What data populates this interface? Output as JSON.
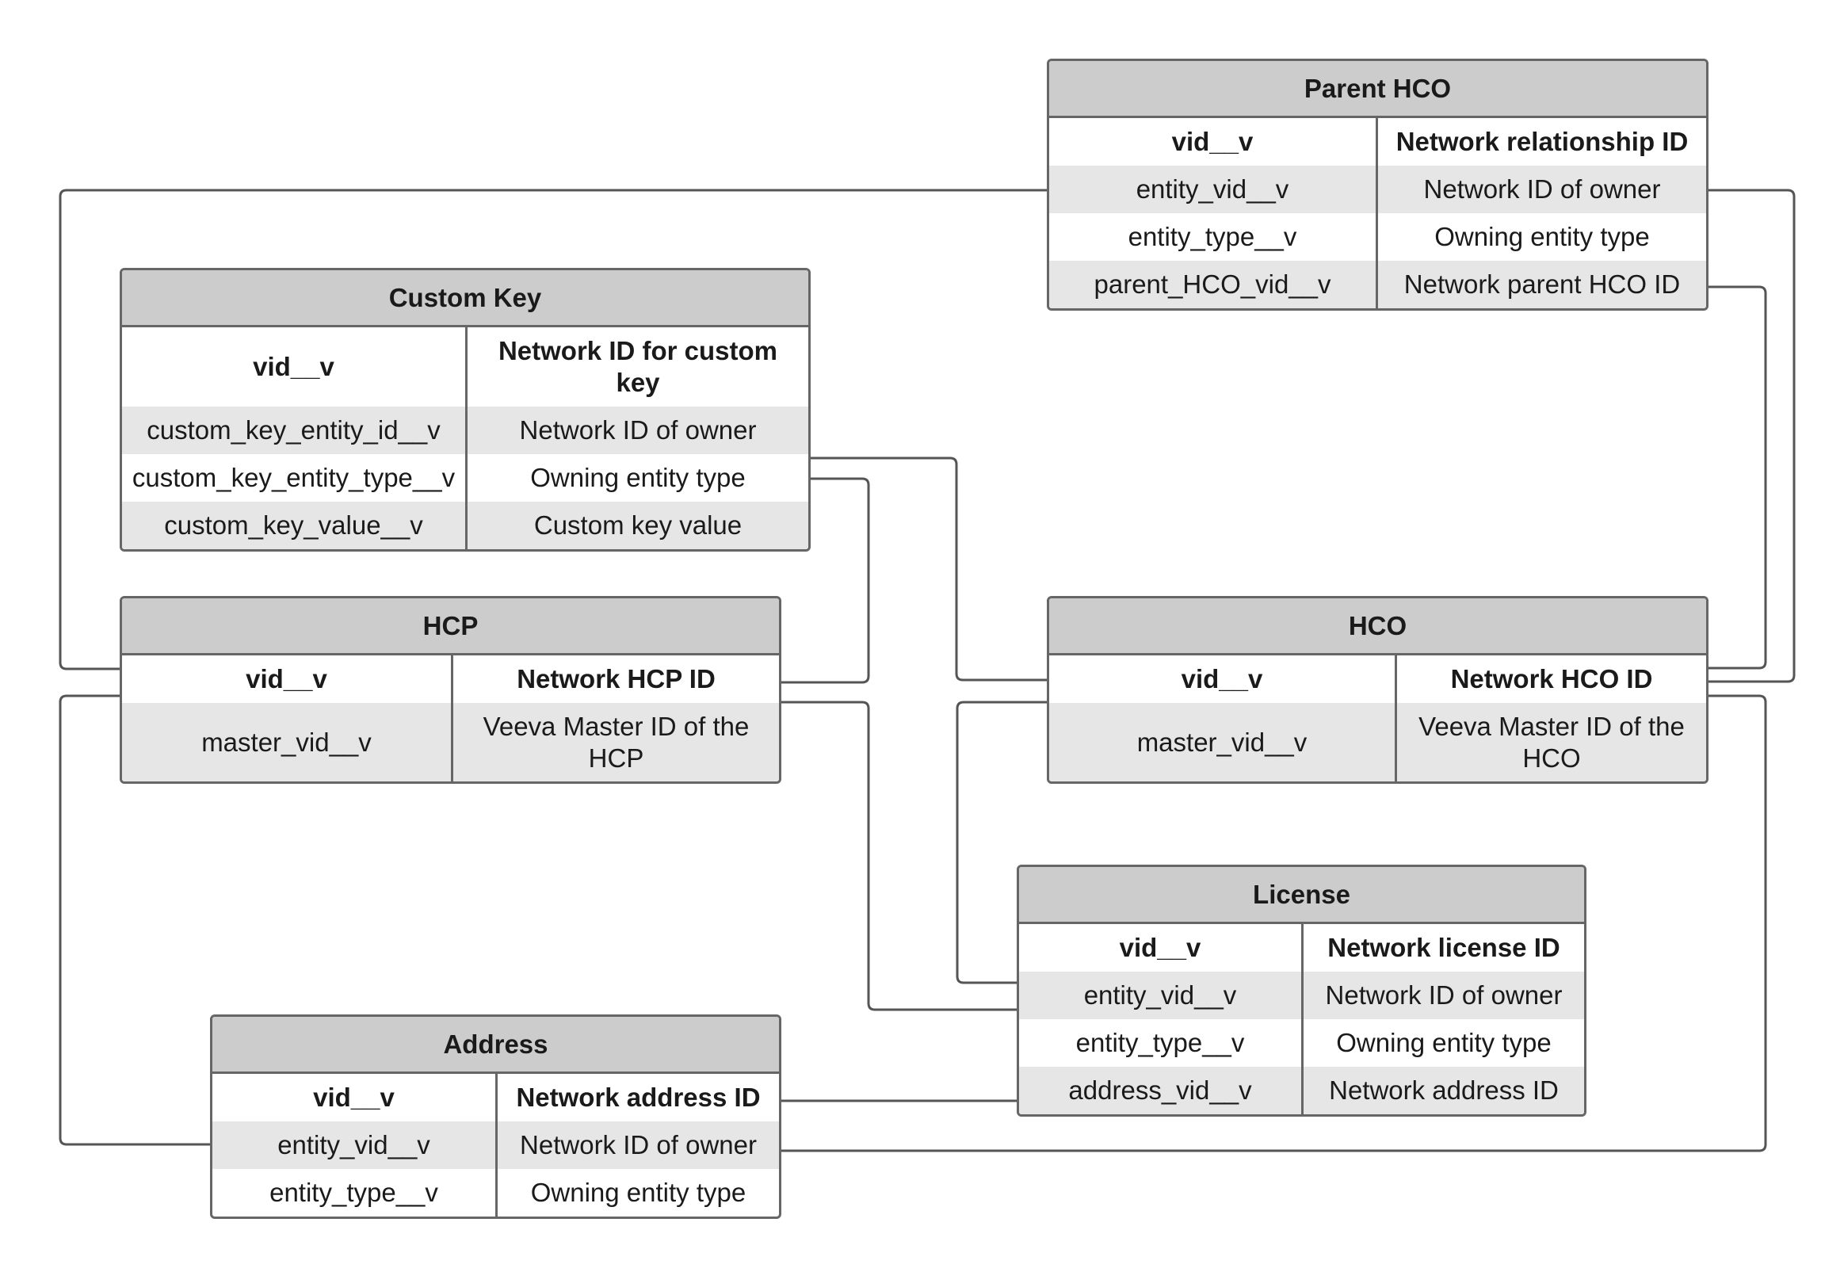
{
  "entities": {
    "parent_hco": {
      "title": "Parent HCO",
      "columns": [
        "vid__v",
        "Network relationship ID"
      ],
      "rows": [
        [
          "entity_vid__v",
          "Network ID of owner"
        ],
        [
          "entity_type__v",
          "Owning entity type"
        ],
        [
          "parent_HCO_vid__v",
          "Network parent HCO ID"
        ]
      ]
    },
    "custom_key": {
      "title": "Custom Key",
      "columns": [
        "vid__v",
        "Network ID for custom key"
      ],
      "rows": [
        [
          "custom_key_entity_id__v",
          "Network ID of owner"
        ],
        [
          "custom_key_entity_type__v",
          "Owning entity type"
        ],
        [
          "custom_key_value__v",
          "Custom key value"
        ]
      ]
    },
    "hcp": {
      "title": "HCP",
      "columns": [
        "vid__v",
        "Network HCP ID"
      ],
      "rows": [
        [
          "master_vid__v",
          "Veeva Master ID of the HCP"
        ]
      ]
    },
    "hco": {
      "title": "HCO",
      "columns": [
        "vid__v",
        "Network HCO ID"
      ],
      "rows": [
        [
          "master_vid__v",
          "Veeva Master ID of the HCO"
        ]
      ]
    },
    "license": {
      "title": "License",
      "columns": [
        "vid__v",
        "Network license ID"
      ],
      "rows": [
        [
          "entity_vid__v",
          "Network ID of owner"
        ],
        [
          "entity_type__v",
          "Owning entity type"
        ],
        [
          "address_vid__v",
          "Network address ID"
        ]
      ]
    },
    "address": {
      "title": "Address",
      "columns": [
        "vid__v",
        "Network address ID"
      ],
      "rows": [
        [
          "entity_vid__v",
          "Network ID of owner"
        ],
        [
          "entity_type__v",
          "Owning entity type"
        ]
      ]
    }
  },
  "colors": {
    "border": "#666666",
    "header": "#cccccc",
    "shade": "#e6e6e6",
    "line": "#555555"
  }
}
